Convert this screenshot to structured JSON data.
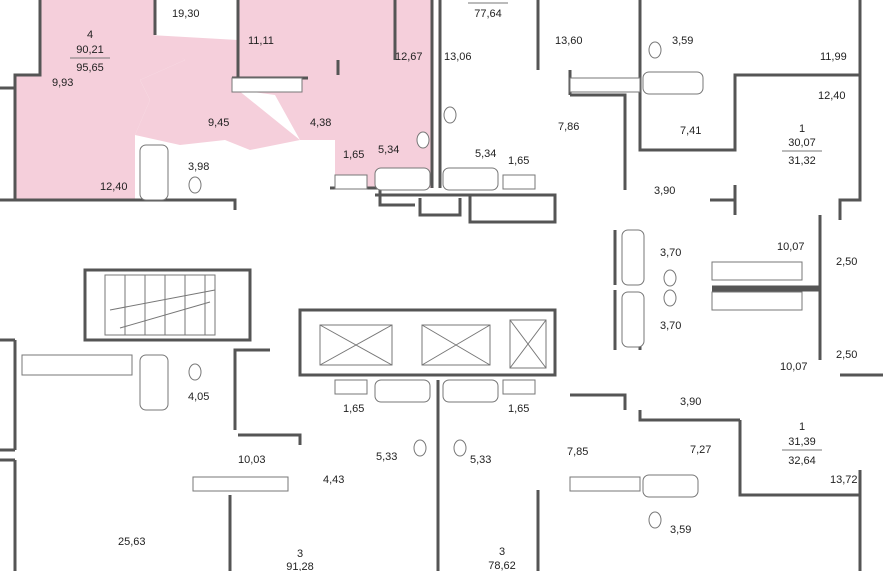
{
  "colors": {
    "highlight_fill": "#f5cfdb",
    "wall": "#555555",
    "fixture": "#777777"
  },
  "rooms": [
    {
      "id": "r1",
      "area": "19,30"
    },
    {
      "id": "r2",
      "area": "11,11"
    },
    {
      "id": "r3",
      "area": "12,67"
    },
    {
      "id": "r4",
      "area": "9,93"
    },
    {
      "id": "r5",
      "area": "9,45"
    },
    {
      "id": "r6",
      "area": "4,38"
    },
    {
      "id": "r7",
      "area": "3,98"
    },
    {
      "id": "r8",
      "area": "1,65"
    },
    {
      "id": "r9",
      "area": "5,34"
    },
    {
      "id": "r10",
      "area": "12,40"
    },
    {
      "id": "r11",
      "area": "13,06"
    },
    {
      "id": "r12",
      "area": "13,60"
    },
    {
      "id": "r13",
      "area": "3,59"
    },
    {
      "id": "r14",
      "area": "11,99"
    },
    {
      "id": "r15",
      "area": "12,40"
    },
    {
      "id": "r16",
      "area": "7,86"
    },
    {
      "id": "r17",
      "area": "7,41"
    },
    {
      "id": "r18",
      "area": "5,34"
    },
    {
      "id": "r19",
      "area": "1,65"
    },
    {
      "id": "r20",
      "area": "3,90"
    },
    {
      "id": "r21",
      "area": "3,70"
    },
    {
      "id": "r22",
      "area": "10,07"
    },
    {
      "id": "r23",
      "area": "2,50"
    },
    {
      "id": "r24",
      "area": "3,70"
    },
    {
      "id": "r25",
      "area": "2,50"
    },
    {
      "id": "r26",
      "area": "10,07"
    },
    {
      "id": "r27",
      "area": "4,05"
    },
    {
      "id": "r28",
      "area": "1,65"
    },
    {
      "id": "r29",
      "area": "1,65"
    },
    {
      "id": "r30",
      "area": "3,90"
    },
    {
      "id": "r31",
      "area": "10,03"
    },
    {
      "id": "r32",
      "area": "5,33"
    },
    {
      "id": "r33",
      "area": "5,33"
    },
    {
      "id": "r34",
      "area": "7,85"
    },
    {
      "id": "r35",
      "area": "7,27"
    },
    {
      "id": "r36",
      "area": "4,43"
    },
    {
      "id": "r37",
      "area": "13,72"
    },
    {
      "id": "r38",
      "area": "25,63"
    },
    {
      "id": "r39",
      "area": "3,59"
    }
  ],
  "apartments": [
    {
      "id": "a1",
      "rooms": "4",
      "area_living": "90,21",
      "area_total": "95,65"
    },
    {
      "id": "a2",
      "rooms": "",
      "area_living": "",
      "area_total": "77,64"
    },
    {
      "id": "a3",
      "rooms": "1",
      "area_living": "30,07",
      "area_total": "31,32"
    },
    {
      "id": "a4",
      "rooms": "1",
      "area_living": "31,39",
      "area_total": "32,64"
    },
    {
      "id": "a5",
      "rooms": "3",
      "area_living": "91,28",
      "area_total": ""
    },
    {
      "id": "a6",
      "rooms": "3",
      "area_living": "78,62",
      "area_total": ""
    }
  ]
}
